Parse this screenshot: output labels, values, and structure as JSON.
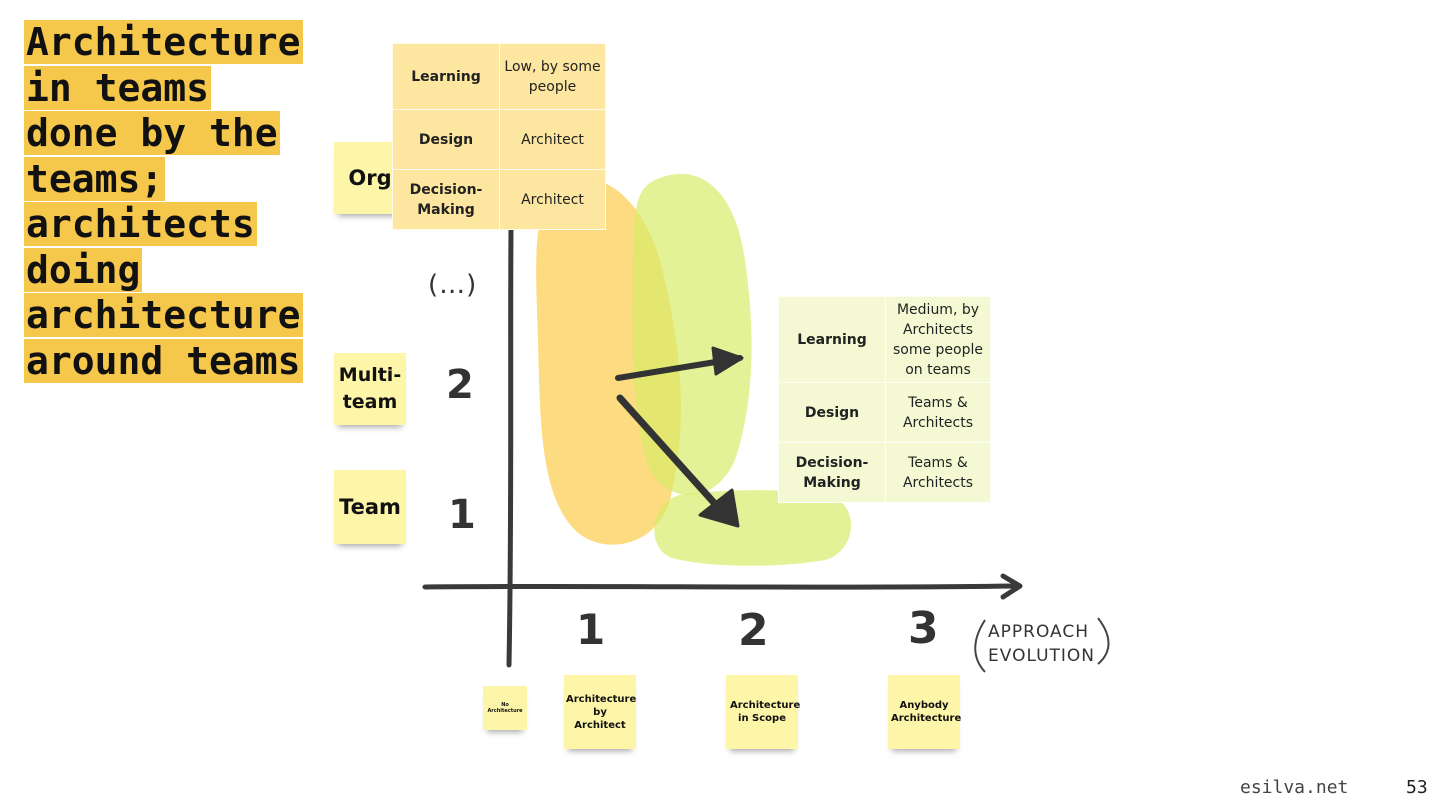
{
  "title_lines": [
    "Architecture",
    "in teams",
    "done by the",
    "teams;",
    "architects",
    "doing",
    "architecture",
    "around teams"
  ],
  "y_axis": {
    "labels": {
      "org": "Org",
      "multi_team": "Multi-team",
      "team": "Team"
    },
    "numbers": {
      "one": "1",
      "two": "2",
      "ellipsis": "(…)"
    }
  },
  "x_axis": {
    "numbers": [
      "1",
      "2",
      "3"
    ],
    "label_line1": "APPROACH",
    "label_line2": "EVOLUTION",
    "notes": {
      "none": "No Architecture",
      "n1": "Architecture by Architect",
      "n2": "Architecture in Scope",
      "n3": "Anybody Architecture"
    }
  },
  "table_top": [
    {
      "key": "Learning",
      "value": "Low, by some people"
    },
    {
      "key": "Design",
      "value": "Architect"
    },
    {
      "key": "Decision-Making",
      "value": "Architect"
    }
  ],
  "table_right": [
    {
      "key": "Learning",
      "value": "Medium, by Architects some people on teams"
    },
    {
      "key": "Design",
      "value": "Teams & Architects"
    },
    {
      "key": "Decision-Making",
      "value": "Teams & Architects"
    }
  ],
  "footer": {
    "site": "esilva.net",
    "page": "53"
  },
  "colors": {
    "highlight": "#f5c84c",
    "orange_blob": "#fdd772",
    "green_blob": "#dcee84",
    "sticky": "#fdf6a8",
    "ink": "#3a3a3a"
  }
}
